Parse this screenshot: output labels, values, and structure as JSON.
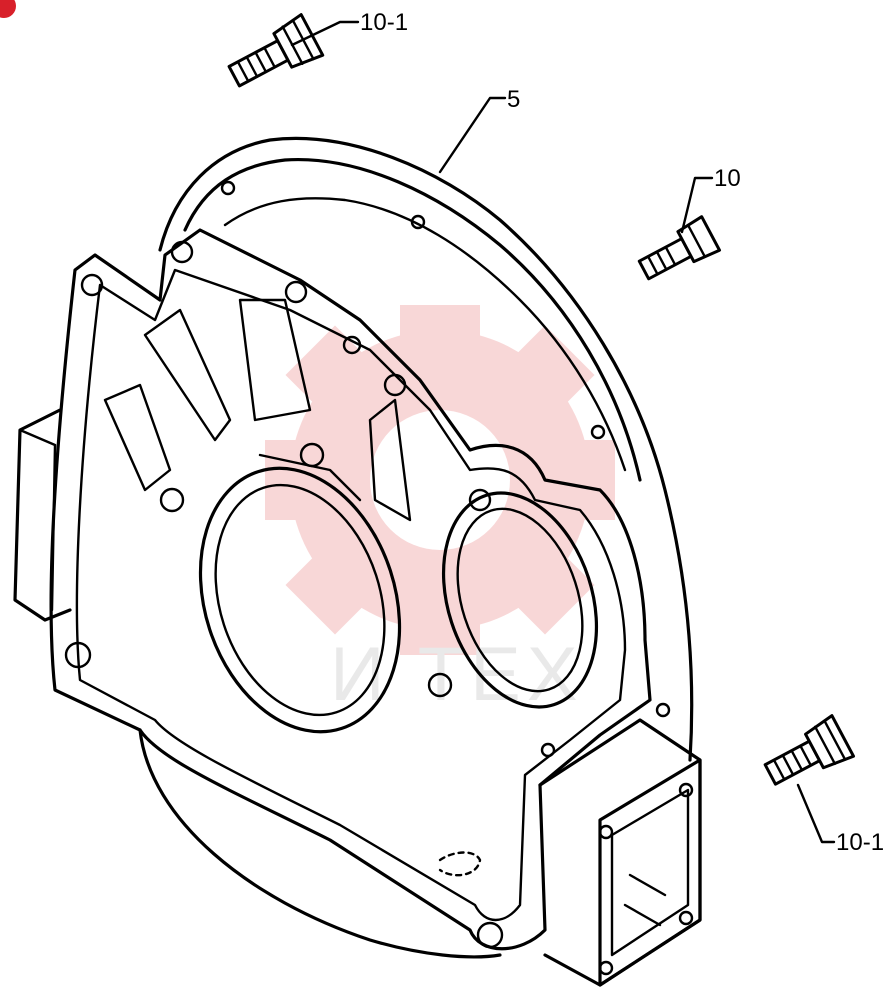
{
  "callouts": {
    "top_bolt": "10-1",
    "housing": "5",
    "right_bolt": "10",
    "bottom_bolt": "10-1"
  },
  "watermark": {
    "text": "И ТЕХ",
    "color": "#f4b8b8"
  }
}
